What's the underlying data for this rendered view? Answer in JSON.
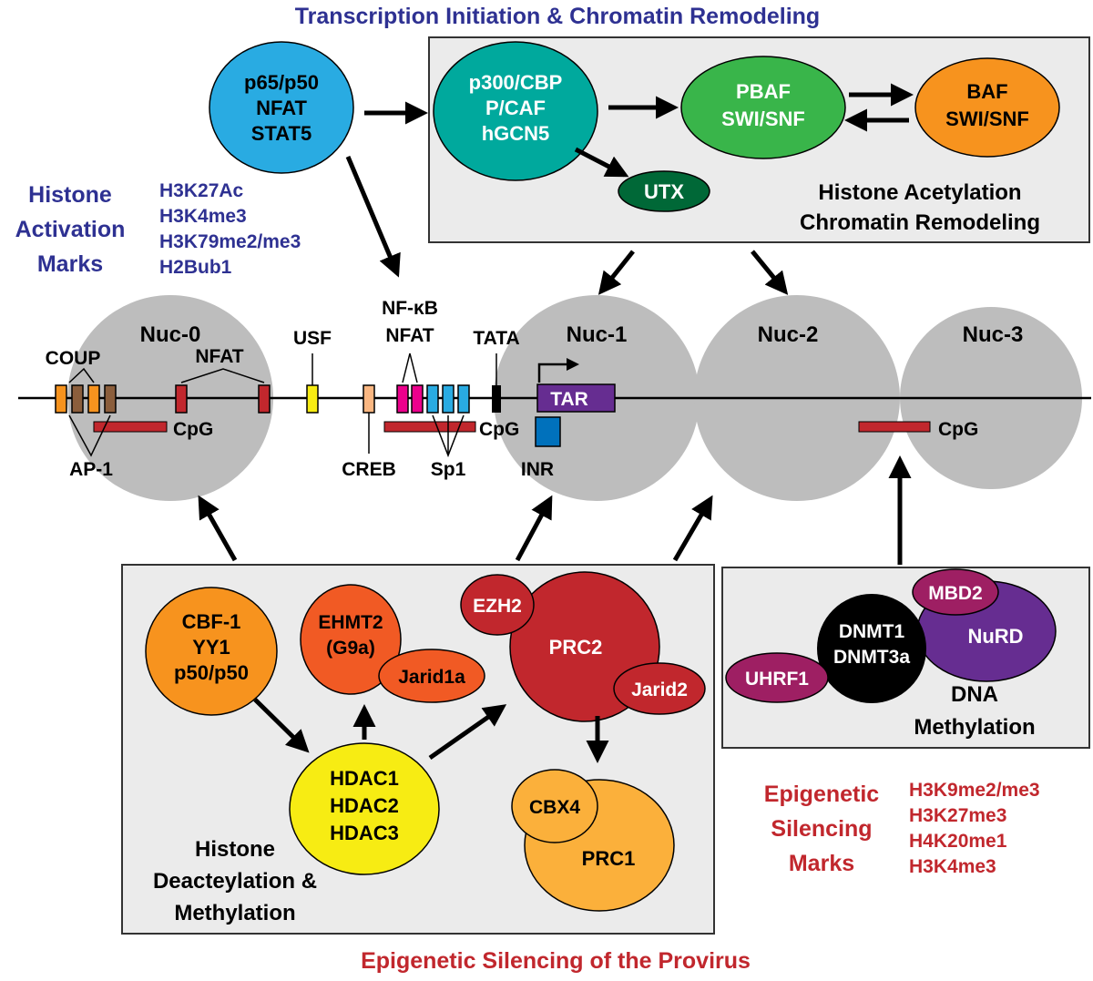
{
  "titles": {
    "top": "Transcription Initiation  & Chromatin Remodeling",
    "bottom": "Epigenetic Silencing of the Provirus"
  },
  "activation": {
    "heading": [
      "Histone",
      "Activation",
      "Marks"
    ],
    "marks": [
      "H3K27Ac",
      "H3K4me3",
      "H3K79me2/me3",
      "H2Bub1"
    ]
  },
  "silencing": {
    "heading": [
      "Epigenetic",
      "Silencing",
      "Marks"
    ],
    "marks": [
      "H3K9me2/me3",
      "H3K27me3",
      "H4K20me1",
      "H3K4me3"
    ]
  },
  "factors": {
    "tf": [
      "p65/p50",
      "NFAT",
      "STAT5"
    ],
    "hat": [
      "p300/CBP",
      "P/CAF",
      "hGCN5"
    ],
    "pbaf": [
      "PBAF",
      "SWI/SNF"
    ],
    "baf": [
      "BAF",
      "SWI/SNF"
    ],
    "utx": "UTX",
    "acetylation_label": [
      "Histone Acetylation",
      "Chromatin Remodeling"
    ]
  },
  "nucleosomes": [
    "Nuc-0",
    "Nuc-1",
    "Nuc-2",
    "Nuc-3"
  ],
  "promoter": {
    "coup": "COUP",
    "nfat": "NFAT",
    "usf": "USF",
    "nfkb": [
      "NF-κB",
      "NFAT"
    ],
    "tata": "TATA",
    "tar": "TAR",
    "cpg": "CpG",
    "ap1": "AP-1",
    "creb": "CREB",
    "sp1": "Sp1",
    "inr": "INR"
  },
  "silencing_box": {
    "cbf": [
      "CBF-1",
      "YY1",
      "p50/p50"
    ],
    "ehmt2": [
      "EHMT2",
      "(G9a)"
    ],
    "jarid1a": "Jarid1a",
    "ezh2": "EZH2",
    "prc2": "PRC2",
    "jarid2": "Jarid2",
    "hdac": [
      "HDAC1",
      "HDAC2",
      "HDAC3"
    ],
    "cbx4": "CBX4",
    "prc1": "PRC1",
    "label": [
      "Histone",
      "Deacteylation &",
      "Methylation"
    ]
  },
  "dna_box": {
    "mbd2": "MBD2",
    "nurd": "NuRD",
    "dnmt": [
      "DNMT1",
      "DNMT3a"
    ],
    "uhrf1": "UHRF1",
    "label": [
      "DNA",
      "Methylation"
    ]
  },
  "colors": {
    "nucleosome": "#bdbdbd",
    "tf": "#29abe2",
    "hat": "#00a99d",
    "pbaf": "#39b54a",
    "baf": "#f7931e",
    "utx": "#006837",
    "prc2": "#c1272d",
    "hdac": "#f7ec13",
    "nurd": "#662d91",
    "mbd2": "#9e1f63",
    "title_blue": "#2e3192",
    "title_red": "#c1272d"
  }
}
